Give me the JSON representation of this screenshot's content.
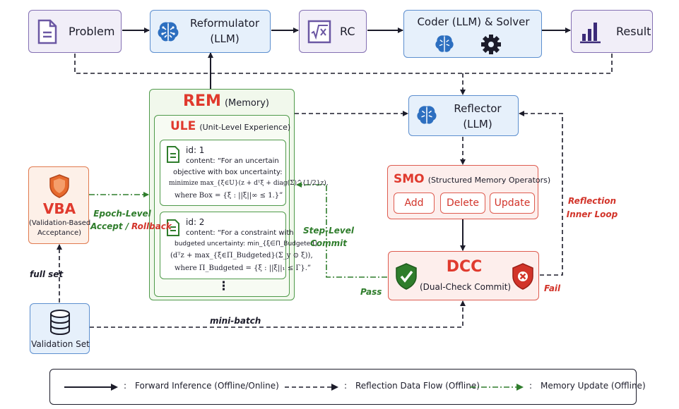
{
  "nodes": {
    "problem": "Problem",
    "reformulator_line1": "Reformulator",
    "reformulator_line2": "(LLM)",
    "rc": "RC",
    "coder": "Coder (LLM) & Solver",
    "result": "Result",
    "reflector_line1": "Reflector",
    "reflector_line2": "(LLM)",
    "rem_title": "REM",
    "rem_sub": "(Memory)",
    "ule_title": "ULE",
    "ule_sub": "(Unit-Level Experience)",
    "smo_title": "SMO",
    "smo_sub": "(Structured Memory Operators)",
    "smo_add": "Add",
    "smo_delete": "Delete",
    "smo_update": "Update",
    "dcc_title": "DCC",
    "dcc_sub": "(Dual-Check Commit)",
    "vba_title": "VBA",
    "vba_sub_line1": "(Validation-Based",
    "vba_sub_line2": "Acceptance)",
    "validation_set": "Validation Set",
    "ellipsis": "⋮"
  },
  "units": [
    {
      "id_label": "id: 1",
      "content_line1": "content:  “For an uncertain",
      "content_line2": "objective with box uncertainty:",
      "content_line3": "minimize max_{ξ∈U}(z + dᵀξ + diag(Σ)^{1/2}z),",
      "content_line4": "where Box = {ξ : ||ξ||∞ ≤ 1.}”"
    },
    {
      "id_label": "id: 2",
      "content_line1": "content:  “For a constraint with",
      "content_line2": "budgeted uncertainty:  min_{ξ∈Π_Budgeted}",
      "content_line3": "(dᵀz + max_{ξ∈Π_Budgeted}(Σ_y ⊙ ξ)),",
      "content_line4": "where Π_Budgeted = {ξ : ||ξ||₁ ≤ Γ}.”"
    }
  ],
  "edge_labels": {
    "epoch_level": "Epoch-Level",
    "accept": "Accept /",
    "rollback": "Rollback",
    "step_level": "Step-Level",
    "commit": "Commit",
    "pass": "Pass",
    "fail": "Fail",
    "reflection": "Reflection",
    "inner_loop": "Inner Loop",
    "full_set": "full set",
    "mini_batch": "mini-batch"
  },
  "legend": {
    "forward": "Forward Inference (Offline/Online)",
    "reflection": "Reflection Data Flow (Offline)",
    "memory": "Memory Update (Offline)",
    "separator": ":"
  },
  "icons": {
    "problem": "document-icon",
    "reformulator": "brain-icon",
    "rc": "sqrt-icon",
    "coder": "brain-gear-icon",
    "result": "bar-chart-icon",
    "reflector": "brain-icon",
    "vba": "shield-icon",
    "unit": "document-icon",
    "pass": "shield-check-icon",
    "fail": "shield-x-icon",
    "validation": "database-icon"
  },
  "colors": {
    "purple": "#8470b3",
    "blue": "#5d8fcf",
    "orange": "#e07a4f",
    "red": "#de5c50",
    "green": "#4f9a4a",
    "dark": "#1c1c2a"
  }
}
